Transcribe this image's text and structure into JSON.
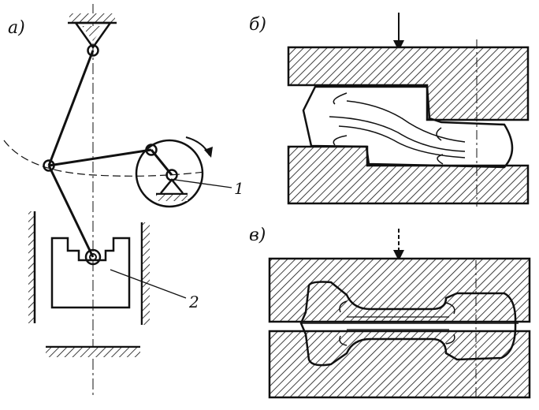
{
  "panels": {
    "a": {
      "label": "а)"
    },
    "b": {
      "label": "б)"
    },
    "v": {
      "label": "в)"
    }
  },
  "callouts": {
    "one": "1",
    "two": "2"
  },
  "icons": [
    "down-arrow-icon",
    "rotation-arrow-icon",
    "fixed-pivot-icon"
  ],
  "colors": {
    "ink": "#111111",
    "paper": "#ffffff"
  }
}
